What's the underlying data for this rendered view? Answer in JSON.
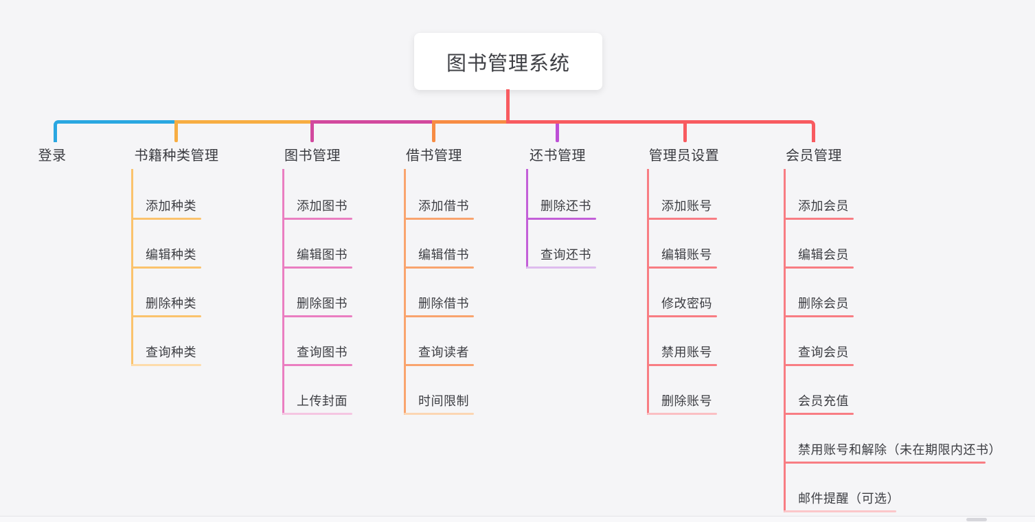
{
  "canvas": {
    "background_color": "#f5f5f7",
    "trunk_color": "#f85b60"
  },
  "root": {
    "label": "图书管理系统"
  },
  "branches": [
    {
      "label": "登录",
      "color": "#2aa7e1",
      "children": []
    },
    {
      "label": "书籍种类管理",
      "color": "#f7ad42",
      "child_line_color": "#fbc36d",
      "last_line_color": "#fddcab",
      "children": [
        "添加种类",
        "编辑种类",
        "删除种类",
        "查询种类"
      ]
    },
    {
      "label": "图书管理",
      "color": "#d2499e",
      "child_line_color": "#ea7ec1",
      "last_line_color": "#f5c6e2",
      "children": [
        "添加图书",
        "编辑图书",
        "删除图书",
        "查询图书",
        "上传封面"
      ]
    },
    {
      "label": "借书管理",
      "color": "#f78c44",
      "child_line_color": "#f9a46e",
      "last_line_color": "#fcd6b3",
      "children": [
        "添加借书",
        "编辑借书",
        "删除借书",
        "查询读者",
        "时间限制"
      ]
    },
    {
      "label": "还书管理",
      "color": "#bd4fd6",
      "child_line_color": "#c35fd8",
      "last_line_color": "#debcee",
      "children": [
        "删除还书",
        "查询还书"
      ]
    },
    {
      "label": "管理员设置",
      "color": "#f85b60",
      "child_line_color": "#f87d83",
      "last_line_color": "#fbbfc3",
      "children": [
        "添加账号",
        "编辑账号",
        "修改密码",
        "禁用账号",
        "删除账号"
      ]
    },
    {
      "label": "会员管理",
      "color": "#f85b60",
      "child_line_color": "#f87d83",
      "last_line_color": "#fbc6c9",
      "children": [
        "添加会员",
        "编辑会员",
        "删除会员",
        "查询会员",
        "会员充值",
        "禁用账号和解除（未在期限内还书）",
        "邮件提醒（可选）"
      ]
    }
  ],
  "scrollbar": {
    "orientation": "horizontal"
  }
}
